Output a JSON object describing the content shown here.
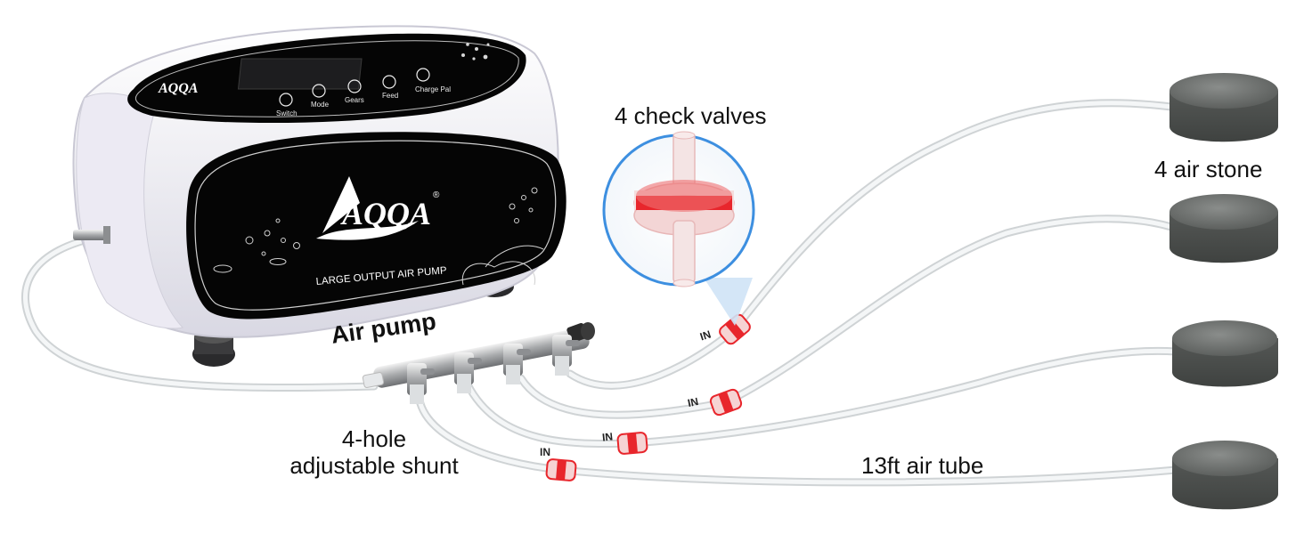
{
  "labels": {
    "check_valves": "4 check valves",
    "air_stone": "4 air stone",
    "air_pump": "Air pump",
    "shunt_line1": "4-hole",
    "shunt_line2": "adjustable shunt",
    "air_tube": "13ft air tube",
    "valve_in": "IN"
  },
  "pump": {
    "brand": "AQQA",
    "front_text": "LARGE OUTPUT AIR PUMP",
    "buttons": [
      "Switch",
      "Mode",
      "Gears",
      "Feed",
      "Charge Pal"
    ]
  },
  "colors": {
    "pump_body": "#f4f3f8",
    "pump_panel": "#050505",
    "valve_red": "#e8262c",
    "stone_gray": "#6b6e6c",
    "tube": "#e9eced",
    "callout_ring": "#3d8fe0"
  }
}
